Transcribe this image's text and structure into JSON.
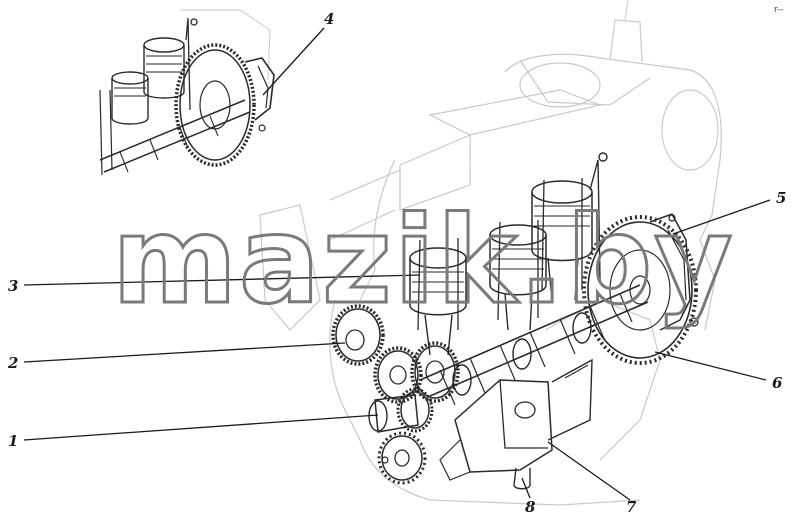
{
  "watermark": "mazik.by",
  "corner_mark": "r--",
  "callouts": [
    {
      "id": "1",
      "label": "1"
    },
    {
      "id": "2",
      "label": "2"
    },
    {
      "id": "3",
      "label": "3"
    },
    {
      "id": "4",
      "label": "4"
    },
    {
      "id": "5",
      "label": "5"
    },
    {
      "id": "6",
      "label": "6"
    },
    {
      "id": "7",
      "label": "7"
    },
    {
      "id": "8",
      "label": "8"
    }
  ]
}
